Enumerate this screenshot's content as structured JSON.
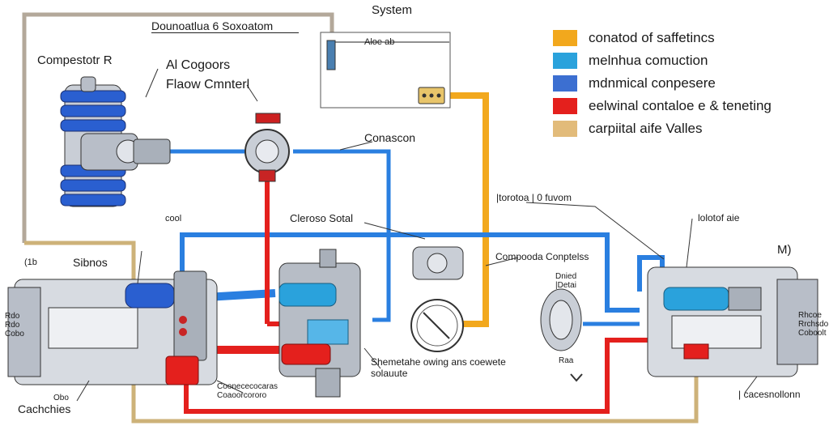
{
  "title": "System",
  "top_label": "Dounoatlua 6 Soxoatom",
  "legend": [
    {
      "label": "conatod of saffetincs",
      "color": "#f2a81d"
    },
    {
      "label": "melnhua comuction",
      "color": "#2aa2dc"
    },
    {
      "label": "mdnmical conpesere",
      "color": "#3c6fd1"
    },
    {
      "label": "eelwinal contaloe e & teneting",
      "color": "#e4201d"
    },
    {
      "label": "carpiital aife Valles",
      "color": "#e2bb7a"
    }
  ],
  "labels": {
    "compressor": "Compestotr R",
    "air_compressor": "Al Cogoors",
    "flow_control": "Flaow Cmnterl",
    "box_inner": "Aloe ab",
    "connection": "Conascon",
    "sensor_top": "|torotoa | 0 fuvom",
    "cdo": "cool",
    "control_switch": "Cleroso Sotal",
    "composite": "Compooda Conptelss",
    "sensor_right": "lolotof aie",
    "mj": "M)",
    "sibnes": "Sibnos",
    "left_marker": "(1b",
    "left_small_1": "Rdo\nRdo\nCobo",
    "left_small_2": "Obo",
    "catchers": "Cachchies",
    "bottom_left": "Coonececocaras\nCoaoorcororo",
    "bottom_center": "Shemetahe owing ans coewete\nsolauute",
    "bottom_right": "| cacesnollonn",
    "right_small": "Rhcoe\nRrchsdo\nCoboolt",
    "gauge_top": "Dnied\n|Detai",
    "gauge_bottom": "Raa"
  }
}
